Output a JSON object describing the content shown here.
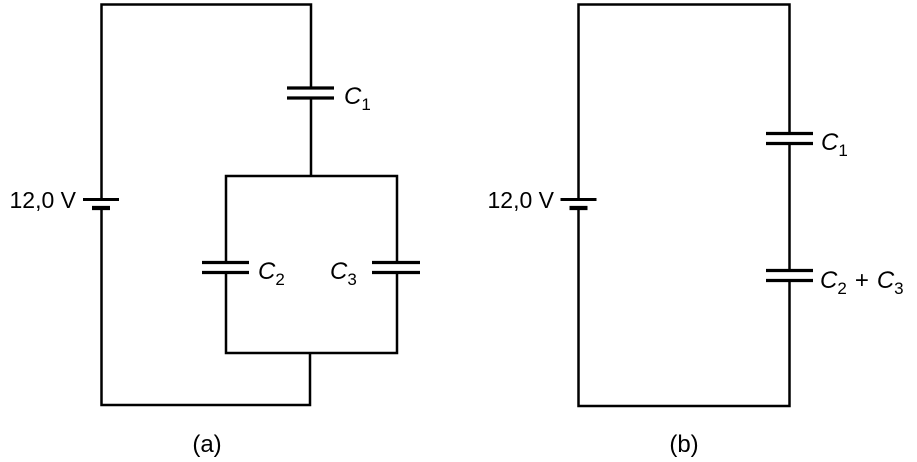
{
  "figure": {
    "background_color": "#ffffff",
    "line_color": "#000000",
    "circuit_a": {
      "caption": "(a)",
      "battery_label": "12,0 V",
      "c1": {
        "name": "C",
        "sub": "1"
      },
      "c2": {
        "name": "C",
        "sub": "2"
      },
      "c3": {
        "name": "C",
        "sub": "3"
      }
    },
    "circuit_b": {
      "caption": "(b)",
      "battery_label": "12,0 V",
      "c1": {
        "name": "C",
        "sub": "1"
      },
      "c23": {
        "first": "C",
        "first_sub": "2",
        "operator": "+",
        "second": "C",
        "second_sub": "3"
      }
    }
  }
}
